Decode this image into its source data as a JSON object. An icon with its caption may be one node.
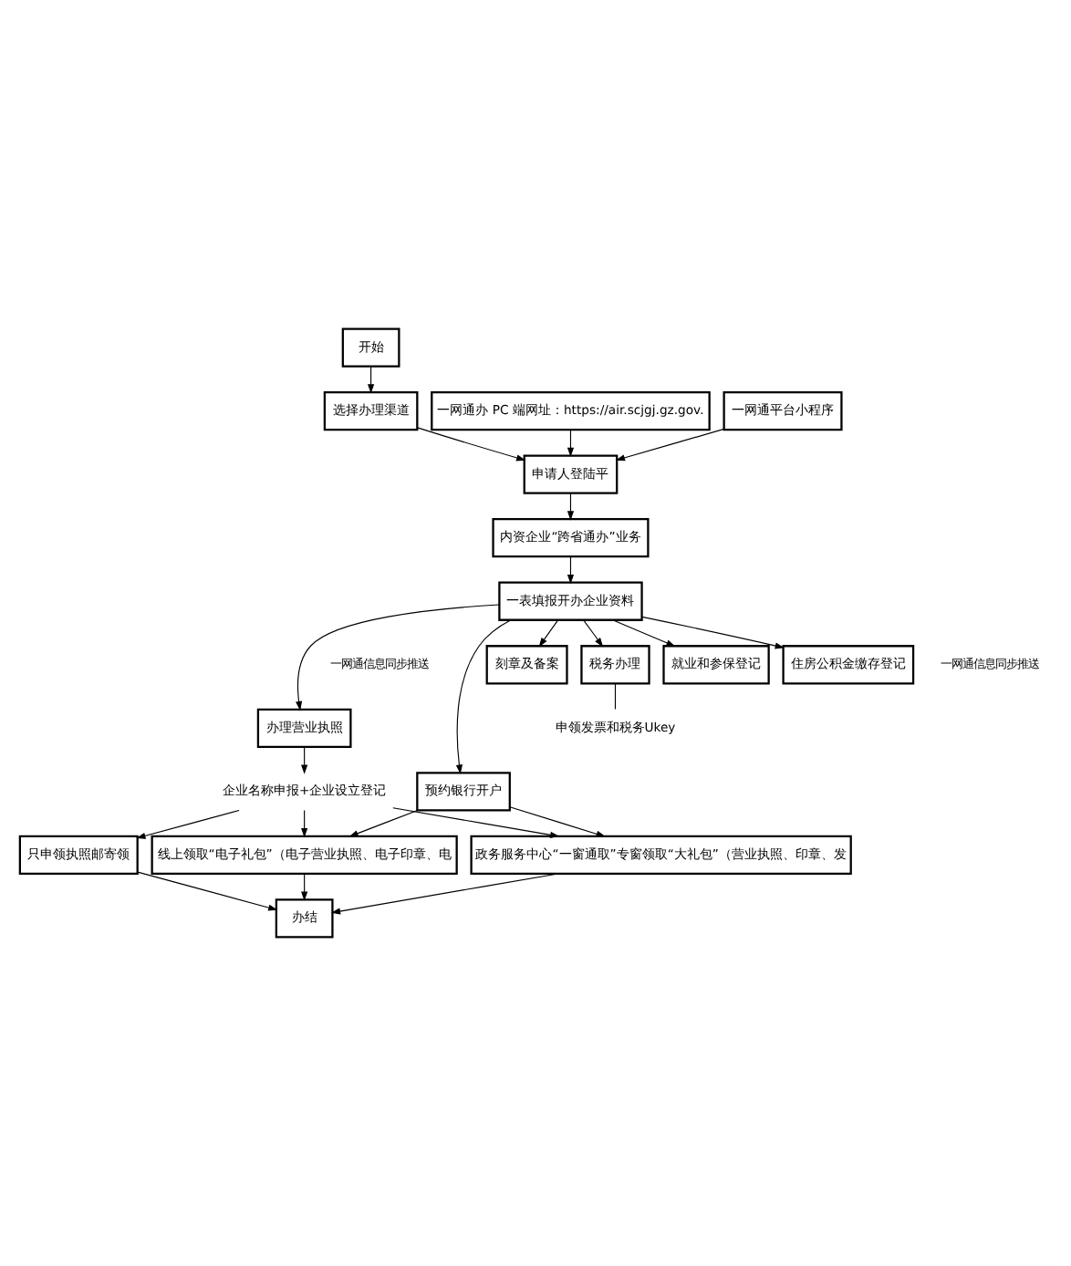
{
  "diagram": {
    "nodes": [
      {
        "text": [
          "开始"
        ]
      },
      {
        "text": [
          "选择办理渠道"
        ]
      },
      {
        "text": [
          "一网通办 PC 端网址：https://air.scjgj.gz.gov."
        ]
      },
      {
        "text": [
          "一网通平台小程序"
        ]
      },
      {
        "text": [
          "申请人登陆平"
        ]
      },
      {
        "text": [
          "内资企业“跨省通办”业务"
        ]
      },
      {
        "text": [
          "一表填报开办企业资料"
        ]
      },
      {
        "text": [
          "办理营业执照"
        ]
      },
      {
        "text": [
          "刻章及备案"
        ]
      },
      {
        "text": [
          "税务办理"
        ]
      },
      {
        "text": [
          "就业和参保登记"
        ]
      },
      {
        "text": [
          "住房公积金缴存登记"
        ]
      },
      {
        "text": [
          "预约银行开户"
        ]
      },
      {
        "text": [
          "企业名称申报+企业设立登记"
        ]
      },
      {
        "text": [
          "申领发票和税务Ukey"
        ]
      },
      {
        "text": [
          "只申领执照邮寄领"
        ]
      },
      {
        "text": [
          "政务服务中心“一窗通取”专窗领取“大礼包”（营业执照、印章、发"
        ]
      },
      {
        "text": [
          "线上领取“电子礼包”（电子营业执照、电子印章、电"
        ]
      },
      {
        "text": [
          "办结"
        ]
      }
    ],
    "edges": [
      {
        "from": 0,
        "to": 1,
        "arrow": "to"
      },
      {
        "from": 1,
        "to": 4,
        "arrow": "to"
      },
      {
        "from": 2,
        "to": 4,
        "arrow": "to"
      },
      {
        "from": 3,
        "to": 4,
        "arrow": "to"
      },
      {
        "from": 4,
        "to": 5,
        "arrow": "to"
      },
      {
        "from": 5,
        "to": 6,
        "arrow": "to"
      },
      {
        "from": 6,
        "to": 7,
        "arrow": "to"
      },
      {
        "from": 6,
        "to": 8,
        "arrow": "to"
      },
      {
        "from": 6,
        "to": 9,
        "arrow": "to"
      },
      {
        "from": 6,
        "to": 10,
        "arrow": "to"
      },
      {
        "from": 6,
        "to": 11,
        "arrow": "to"
      },
      {
        "from": 6,
        "to": 12,
        "arrow": "to"
      },
      {
        "from": 7,
        "to": 13,
        "arrow": "to"
      },
      {
        "from": 9,
        "to": 14,
        "arrow": "none"
      },
      {
        "from": 13,
        "to": 15,
        "arrow": "to"
      },
      {
        "from": 13,
        "to": 16,
        "arrow": "to"
      },
      {
        "from": 13,
        "to": 17,
        "arrow": "to"
      },
      {
        "from": 12,
        "to": 16,
        "arrow": "to"
      },
      {
        "from": 12,
        "to": 17,
        "arrow": "to"
      },
      {
        "from": 15,
        "to": 18,
        "arrow": "to"
      },
      {
        "from": 16,
        "to": 18,
        "arrow": "to"
      },
      {
        "from": 17,
        "to": 18,
        "arrow": "to"
      }
    ],
    "labels": [
      "一网通信息同步推送",
      "一网通信息同步推送"
    ]
  }
}
